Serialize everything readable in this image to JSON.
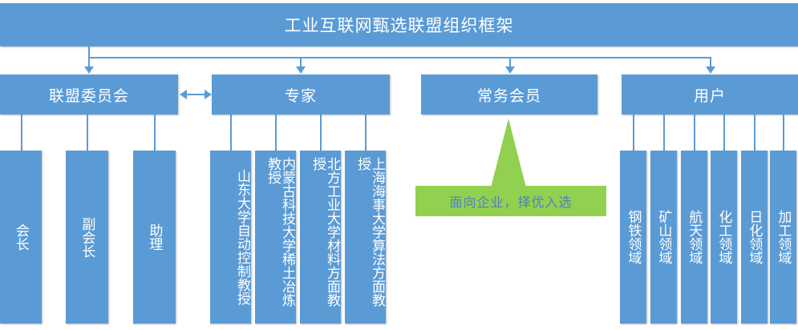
{
  "title": {
    "text": "工业互联网甄选联盟组织框架"
  },
  "colors": {
    "box_blue": "#5B9BD5",
    "callout_green": "#92D050",
    "callout_text": "#4E81BD",
    "connector_blue": "#5B9BD5",
    "box_text": "#FFFFFF"
  },
  "level2": [
    {
      "id": "committee",
      "label": "联盟委员会"
    },
    {
      "id": "expert",
      "label": "专家"
    },
    {
      "id": "member",
      "label": "常务会员"
    },
    {
      "id": "user",
      "label": "用户"
    }
  ],
  "council": [
    {
      "id": "president",
      "label": "会长"
    },
    {
      "id": "vice-president",
      "label": "副会长"
    },
    {
      "id": "assistant",
      "label": "助理"
    }
  ],
  "experts": [
    {
      "id": "expert-1",
      "label": "山东大学自动控制教授"
    },
    {
      "id": "expert-2",
      "label": "内蒙古科技大学稀土冶炼教授"
    },
    {
      "id": "expert-3",
      "label": "北方工业大学材料方面教授"
    },
    {
      "id": "expert-4",
      "label": "上海海事大学算法方面教授"
    }
  ],
  "users": [
    {
      "id": "user-1",
      "label": "钢铁领域"
    },
    {
      "id": "user-2",
      "label": "矿山领域"
    },
    {
      "id": "user-3",
      "label": "航天领域"
    },
    {
      "id": "user-4",
      "label": "化工领域"
    },
    {
      "id": "user-5",
      "label": "日化领域"
    },
    {
      "id": "user-6",
      "label": "加工领域"
    }
  ],
  "callout": {
    "text": "面向企业，择优入选"
  }
}
